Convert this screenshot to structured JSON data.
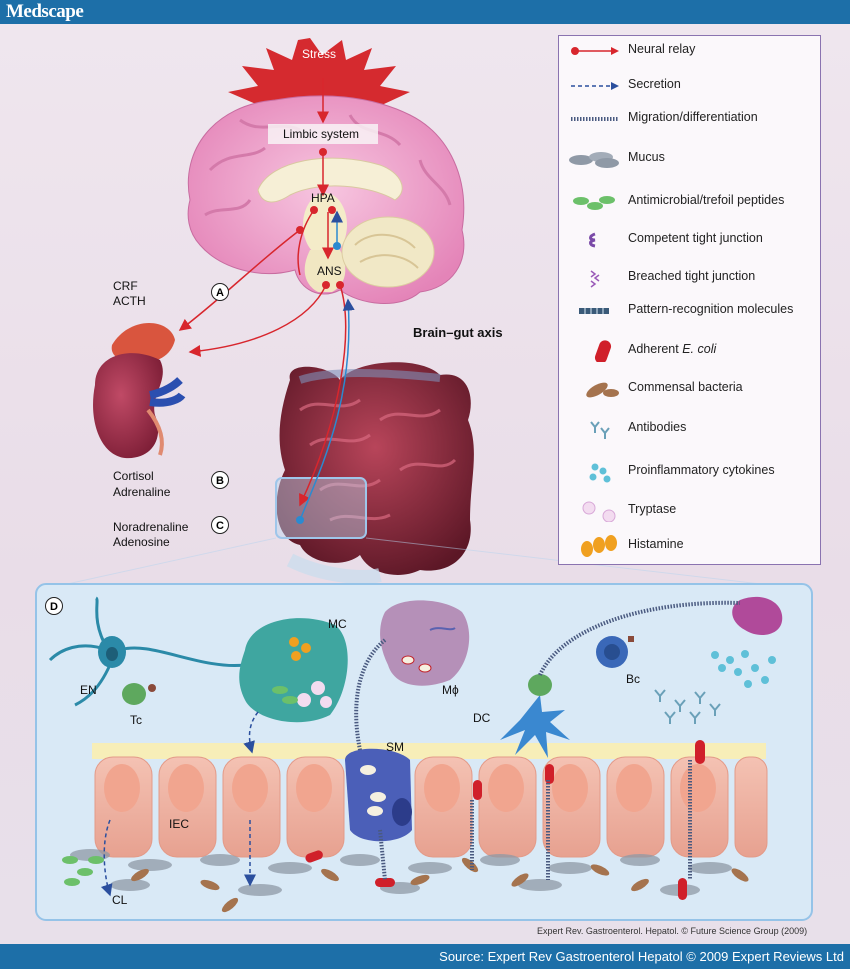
{
  "header": {
    "brand": "Medscape"
  },
  "footer": {
    "source": "Source: Expert Rev Gastroenterol Hepatol © 2009 Expert Reviews Ltd"
  },
  "credit": "Expert Rev. Gastroenterol. Hepatol. © Future Science Group (2009)",
  "brain": {
    "stress": "Stress",
    "limbic": "Limbic system",
    "hpa": "HPA",
    "ans": "ANS"
  },
  "title": "Brain–gut axis",
  "markers": {
    "a": "A",
    "b": "B",
    "c": "C",
    "d": "D"
  },
  "signals": {
    "a_line1": "CRF",
    "a_line2": "ACTH",
    "b_line1": "Cortisol",
    "b_line2": "Adrenaline",
    "c_line1": "Noradrenaline",
    "c_line2": "Adenosine"
  },
  "cells": {
    "en": "EN",
    "tc": "Tc",
    "mc": "MC",
    "mphi": "Mϕ",
    "bc": "Bc",
    "dc": "DC",
    "sm": "SM",
    "iec": "IEC",
    "cl": "CL"
  },
  "legend": [
    {
      "icon": "neural-relay-icon",
      "label": "Neural relay"
    },
    {
      "icon": "secretion-icon",
      "label": "Secretion"
    },
    {
      "icon": "migration-icon",
      "label": "Migration/differentiation"
    },
    {
      "icon": "mucus-icon",
      "label": "Mucus"
    },
    {
      "icon": "antimicrobial-peptides-icon",
      "label": "Antimicrobial/trefoil peptides"
    },
    {
      "icon": "competent-tight-junction-icon",
      "label": "Competent tight junction"
    },
    {
      "icon": "breached-tight-junction-icon",
      "label": "Breached tight junction"
    },
    {
      "icon": "pattern-recognition-icon",
      "label": "Pattern-recognition molecules"
    },
    {
      "icon": "adherent-ecoli-icon",
      "label": "Adherent",
      "label_em": "E. coli"
    },
    {
      "icon": "commensal-bacteria-icon",
      "label": "Commensal bacteria"
    },
    {
      "icon": "antibodies-icon",
      "label": "Antibodies"
    },
    {
      "icon": "cytokines-icon",
      "label": "Proinflammatory cytokines"
    },
    {
      "icon": "tryptase-icon",
      "label": "Tryptase"
    },
    {
      "icon": "histamine-icon",
      "label": "Histamine"
    }
  ],
  "colors": {
    "brand": "#1d6fa8",
    "neural": "#d8262d",
    "secretion": "#2b4f9e",
    "legend_border": "#8a73b0",
    "brain": "#f2a7cf",
    "gut": "#8a2a3a"
  }
}
